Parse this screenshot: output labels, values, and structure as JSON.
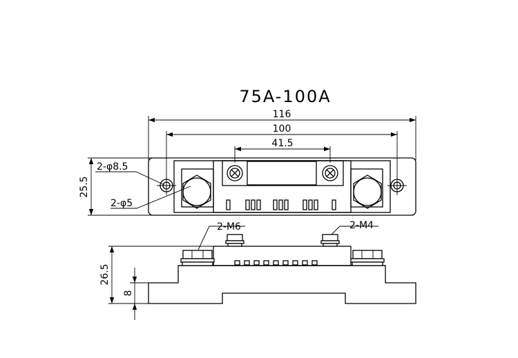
{
  "title": "75A-100A",
  "top_view": {
    "dim_overall": "116",
    "dim_hole_pitch": "100",
    "dim_terminal_pitch": "41.5",
    "dim_height": "25.5",
    "label_large_holes": "2-φ8.5",
    "label_small_holes": "2-φ5"
  },
  "side_view": {
    "label_main_bolts": "2-M6",
    "label_sense_bolts": "2-M4",
    "dim_total_height": "26.5",
    "dim_base_height": "8"
  }
}
